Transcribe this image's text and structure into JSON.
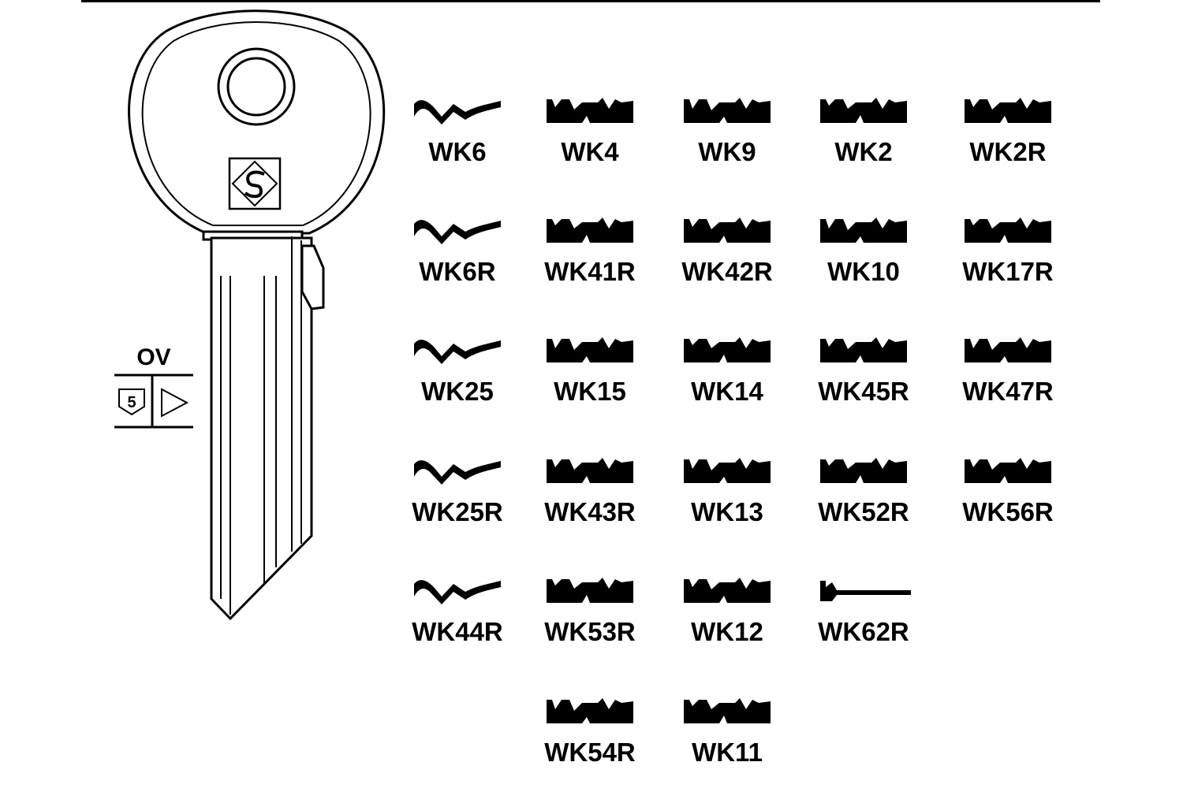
{
  "key_blank": {
    "brand_logo": "S",
    "code": "OV",
    "pin_count": "5",
    "direction_symbol": "triangle-right"
  },
  "profiles": [
    [
      "WK6",
      "WK4",
      "WK9",
      "WK2",
      "WK2R"
    ],
    [
      "WK6R",
      "WK41R",
      "WK42R",
      "WK10",
      "WK17R"
    ],
    [
      "WK25",
      "WK15",
      "WK14",
      "WK45R",
      "WK47R"
    ],
    [
      "WK25R",
      "WK43R",
      "WK13",
      "WK52R",
      "WK56R"
    ],
    [
      "WK44R",
      "WK53R",
      "WK12",
      "WK62R"
    ],
    [
      null,
      "WK54R",
      "WK11"
    ]
  ],
  "colors": {
    "ink": "#000000",
    "paper": "#ffffff"
  }
}
